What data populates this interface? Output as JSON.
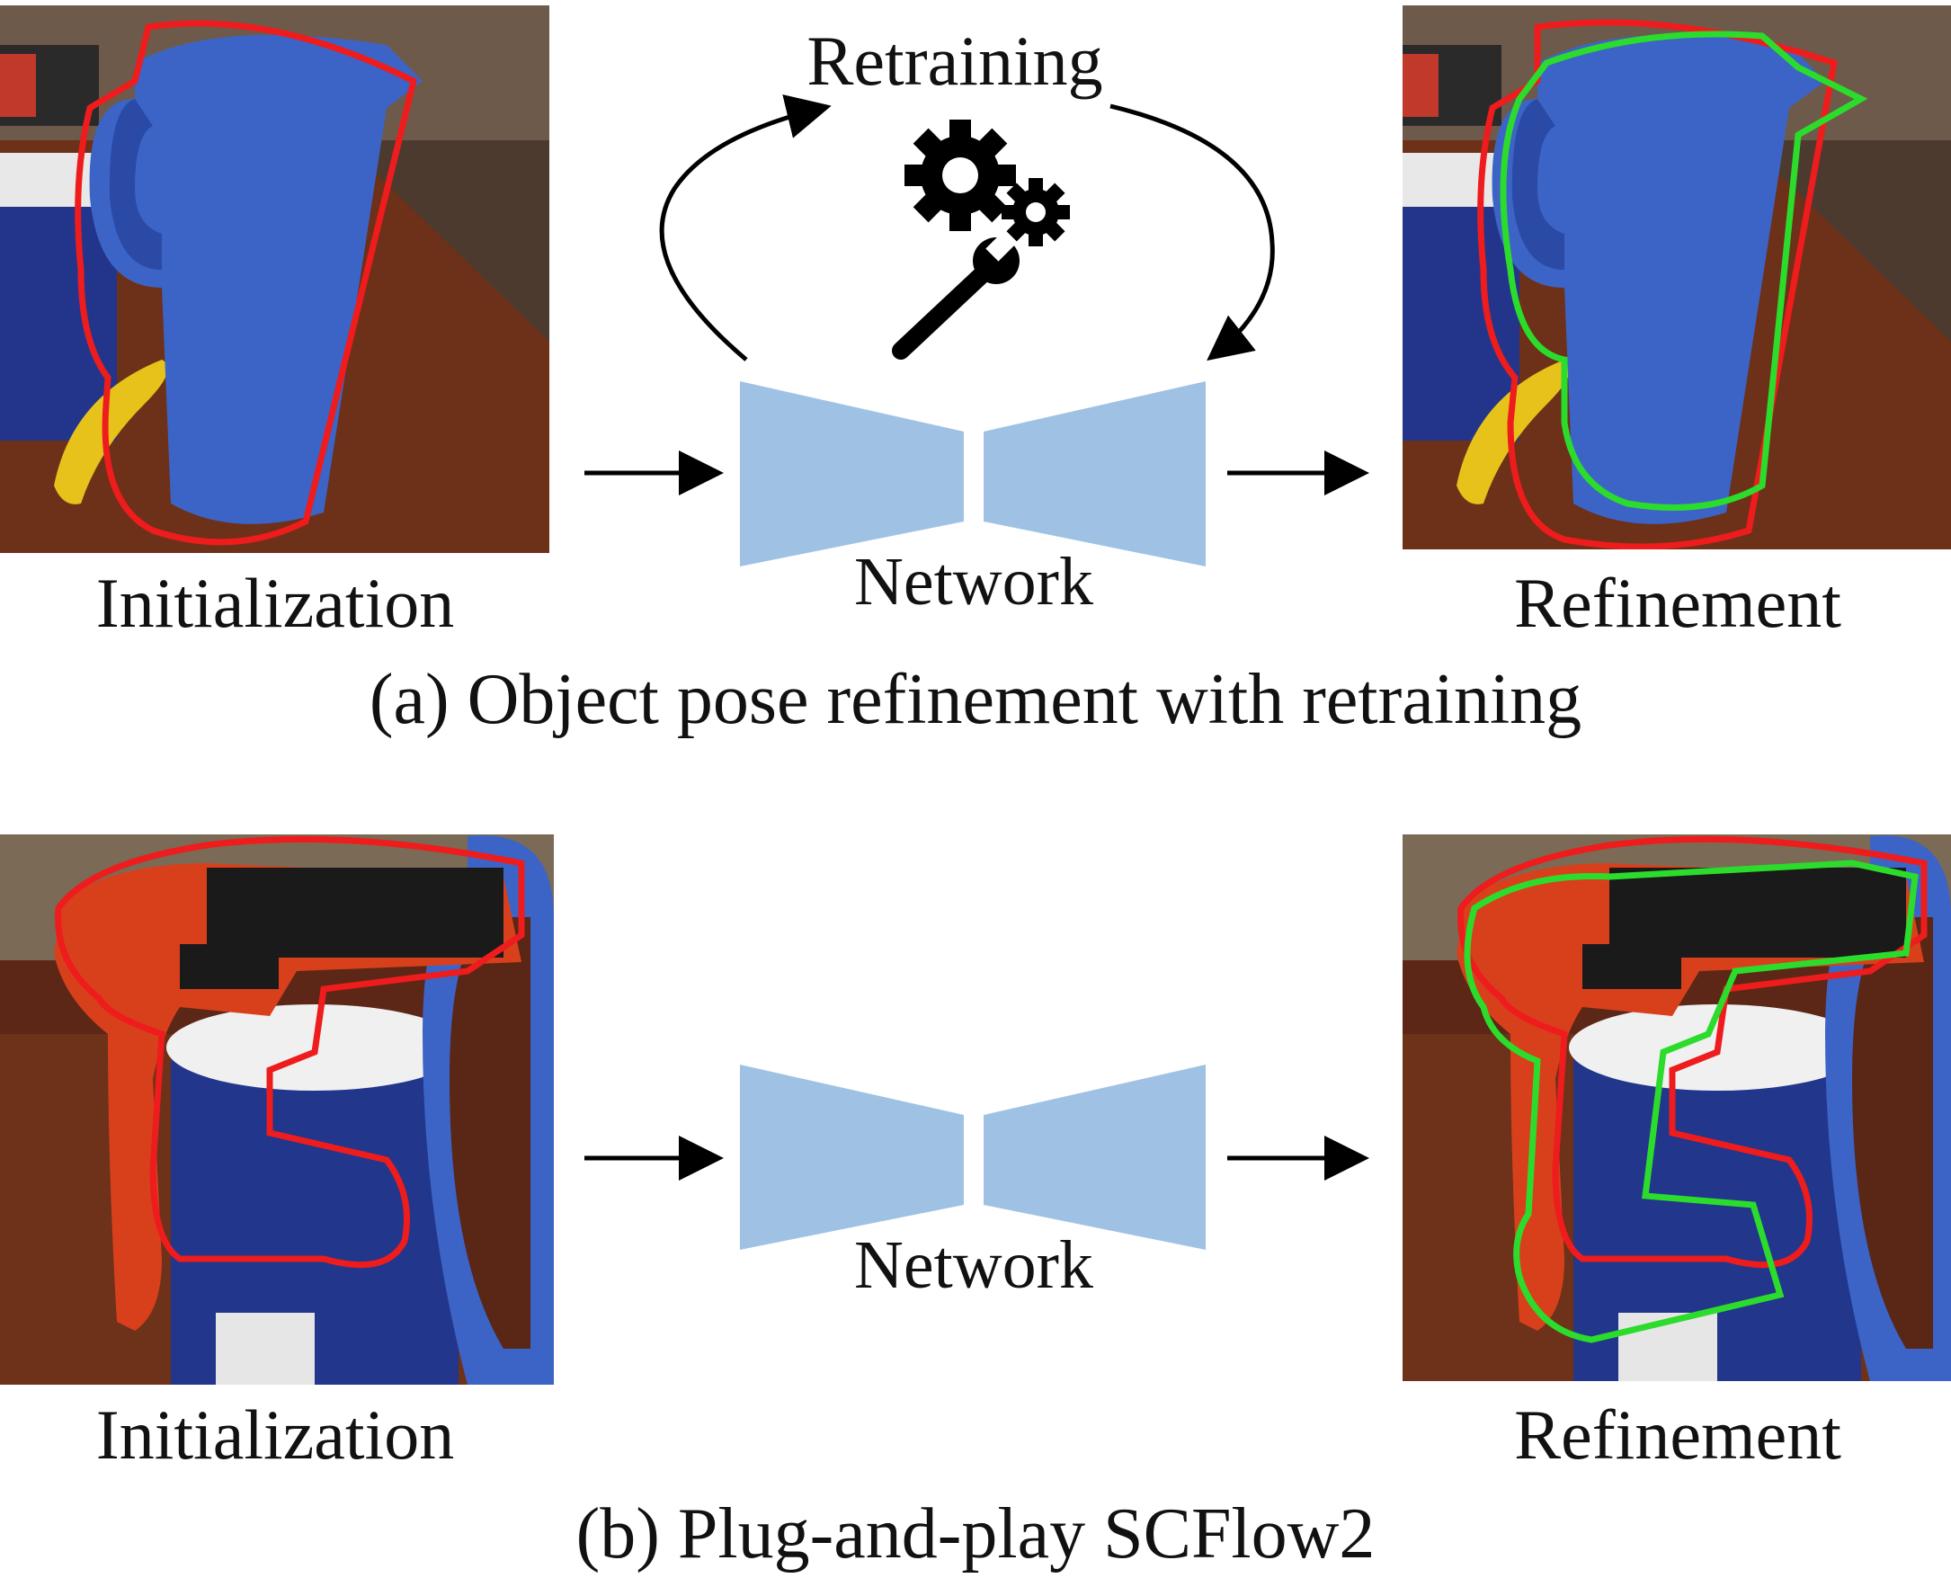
{
  "colors": {
    "network": "#9fc2e4",
    "initial_contour": "#ee1c1c",
    "refined_contour": "#2cdc2c",
    "arrow": "#000000",
    "pitcher_blue": "#3c64c6",
    "table_brown": "#6b2f18"
  },
  "panel_a": {
    "caption": "(a) Object pose refinement with retraining",
    "left_label": "Initialization",
    "network_label": "Network",
    "right_label": "Refinement",
    "retraining_label": "Retraining",
    "retraining_icon": "gears-wrench-icon"
  },
  "panel_b": {
    "caption": "(b) Plug-and-play SCFlow2",
    "left_label": "Initialization",
    "network_label": "Network",
    "right_label": "Refinement"
  }
}
